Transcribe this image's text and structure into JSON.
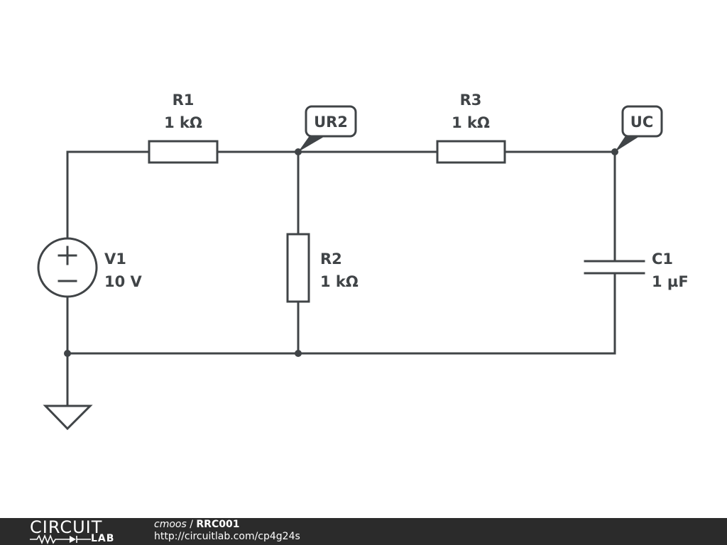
{
  "schematic": {
    "components": {
      "r1": {
        "name": "R1",
        "value": "1 kΩ"
      },
      "r2": {
        "name": "R2",
        "value": "1 kΩ"
      },
      "r3": {
        "name": "R3",
        "value": "1 kΩ"
      },
      "c1": {
        "name": "C1",
        "value": "1 µF"
      },
      "v1": {
        "name": "V1",
        "value": "10 V"
      }
    },
    "net_labels": {
      "ur2": "UR2",
      "uc": "UC"
    },
    "colors": {
      "ink": "#404447",
      "footer_bg": "#2b2b2b"
    }
  },
  "footer": {
    "logo_top": "CIRCUIT",
    "logo_bottom": "LAB",
    "author": "cmoos",
    "separator": " / ",
    "title": "RRC001",
    "url": "http://circuitlab.com/cp4g24s"
  }
}
